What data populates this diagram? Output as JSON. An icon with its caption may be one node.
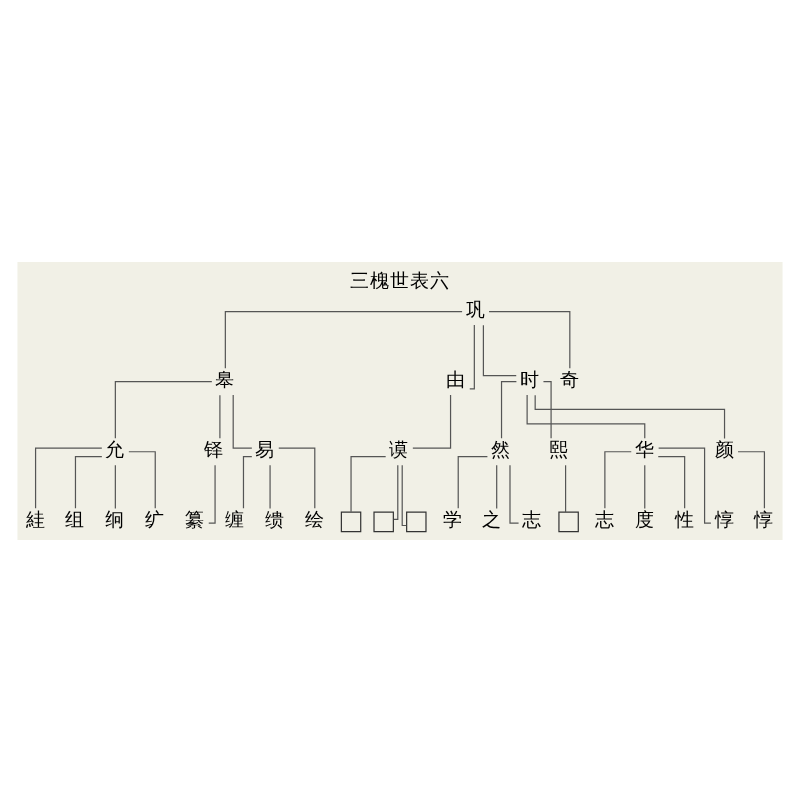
{
  "diagram": {
    "title": "三槐世表六",
    "nodes": [
      {
        "text": [
          "巩"
        ]
      },
      {
        "text": [
          "皋"
        ]
      },
      {
        "text": [
          "由"
        ]
      },
      {
        "text": [
          "时"
        ]
      },
      {
        "text": [
          "奇"
        ]
      },
      {
        "text": [
          "允"
        ]
      },
      {
        "text": [
          "铎"
        ]
      },
      {
        "text": [
          "易"
        ]
      },
      {
        "text": [
          "谟"
        ]
      },
      {
        "text": [
          "然"
        ]
      },
      {
        "text": [
          "熙"
        ]
      },
      {
        "text": [
          "华"
        ]
      },
      {
        "text": [
          "颜"
        ]
      },
      {
        "text": [
          "絓"
        ]
      },
      {
        "text": [
          "组"
        ]
      },
      {
        "text": [
          "䌹"
        ]
      },
      {
        "text": [
          "纩"
        ]
      },
      {
        "text": [
          "纂"
        ]
      },
      {
        "text": [
          "缠"
        ]
      },
      {
        "text": [
          "缋"
        ]
      },
      {
        "text": [
          "绘"
        ]
      },
      {
        "text": [],
        "shape": "box"
      },
      {
        "text": [],
        "shape": "box"
      },
      {
        "text": [],
        "shape": "box"
      },
      {
        "text": [
          "学"
        ]
      },
      {
        "text": [
          "之"
        ]
      },
      {
        "text": [
          "志"
        ]
      },
      {
        "text": [],
        "shape": "box"
      },
      {
        "text": [
          "志"
        ]
      },
      {
        "text": [
          "度"
        ]
      },
      {
        "text": [
          "性"
        ]
      },
      {
        "text": [
          "惇"
        ]
      },
      {
        "text": [
          "惇"
        ]
      }
    ],
    "edges": [
      {
        "from": 0,
        "to": 1,
        "arrow": "none"
      },
      {
        "from": 0,
        "to": 2,
        "arrow": "none"
      },
      {
        "from": 0,
        "to": 3,
        "arrow": "none"
      },
      {
        "from": 0,
        "to": 4,
        "arrow": "none"
      },
      {
        "from": 1,
        "to": 5,
        "arrow": "none"
      },
      {
        "from": 1,
        "to": 6,
        "arrow": "none"
      },
      {
        "from": 1,
        "to": 7,
        "arrow": "none"
      },
      {
        "from": 2,
        "to": 8,
        "arrow": "none"
      },
      {
        "from": 3,
        "to": 9,
        "arrow": "none"
      },
      {
        "from": 3,
        "to": 10,
        "arrow": "none"
      },
      {
        "from": 3,
        "to": 11,
        "arrow": "none"
      },
      {
        "from": 3,
        "to": 12,
        "arrow": "none"
      },
      {
        "from": 5,
        "to": 13,
        "arrow": "none"
      },
      {
        "from": 5,
        "to": 14,
        "arrow": "none"
      },
      {
        "from": 5,
        "to": 15,
        "arrow": "none"
      },
      {
        "from": 5,
        "to": 16,
        "arrow": "none"
      },
      {
        "from": 6,
        "to": 17,
        "arrow": "none"
      },
      {
        "from": 7,
        "to": 18,
        "arrow": "none"
      },
      {
        "from": 7,
        "to": 19,
        "arrow": "none"
      },
      {
        "from": 7,
        "to": 20,
        "arrow": "none"
      },
      {
        "from": 8,
        "to": 21,
        "arrow": "none"
      },
      {
        "from": 8,
        "to": 22,
        "arrow": "none"
      },
      {
        "from": 8,
        "to": 23,
        "arrow": "none"
      },
      {
        "from": 9,
        "to": 24,
        "arrow": "none"
      },
      {
        "from": 9,
        "to": 25,
        "arrow": "none"
      },
      {
        "from": 9,
        "to": 26,
        "arrow": "none"
      },
      {
        "from": 10,
        "to": 27,
        "arrow": "none"
      },
      {
        "from": 11,
        "to": 28,
        "arrow": "none"
      },
      {
        "from": 11,
        "to": 29,
        "arrow": "none"
      },
      {
        "from": 11,
        "to": 30,
        "arrow": "none"
      },
      {
        "from": 11,
        "to": 31,
        "arrow": "none"
      },
      {
        "from": 12,
        "to": 32,
        "arrow": "none"
      }
    ]
  }
}
